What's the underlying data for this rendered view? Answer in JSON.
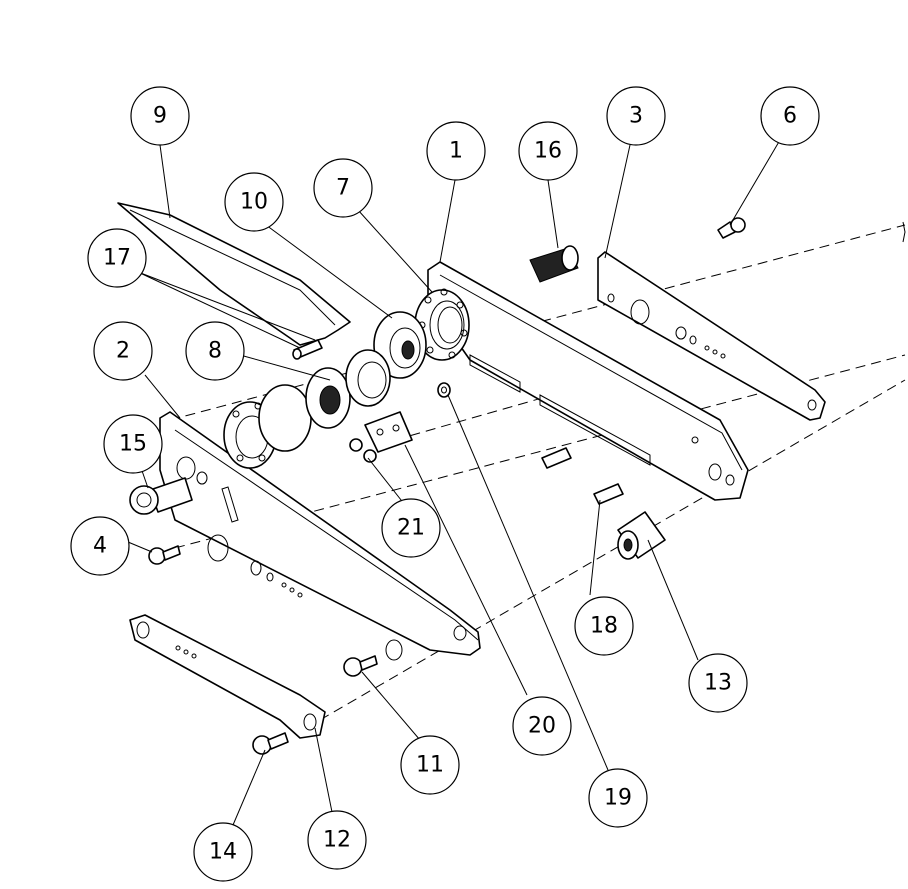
{
  "diagram": {
    "title": "Exploded assembly view",
    "balloons": [
      {
        "id": "9",
        "label": "9"
      },
      {
        "id": "17",
        "label": "17"
      },
      {
        "id": "10",
        "label": "10"
      },
      {
        "id": "7",
        "label": "7"
      },
      {
        "id": "1",
        "label": "1"
      },
      {
        "id": "16",
        "label": "16"
      },
      {
        "id": "3",
        "label": "3"
      },
      {
        "id": "6",
        "label": "6"
      },
      {
        "id": "2",
        "label": "2"
      },
      {
        "id": "8",
        "label": "8"
      },
      {
        "id": "15",
        "label": "15"
      },
      {
        "id": "4",
        "label": "4"
      },
      {
        "id": "21",
        "label": "21"
      },
      {
        "id": "18",
        "label": "18"
      },
      {
        "id": "13",
        "label": "13"
      },
      {
        "id": "20",
        "label": "20"
      },
      {
        "id": "11",
        "label": "11"
      },
      {
        "id": "19",
        "label": "19"
      },
      {
        "id": "14",
        "label": "14"
      },
      {
        "id": "12",
        "label": "12"
      }
    ]
  }
}
